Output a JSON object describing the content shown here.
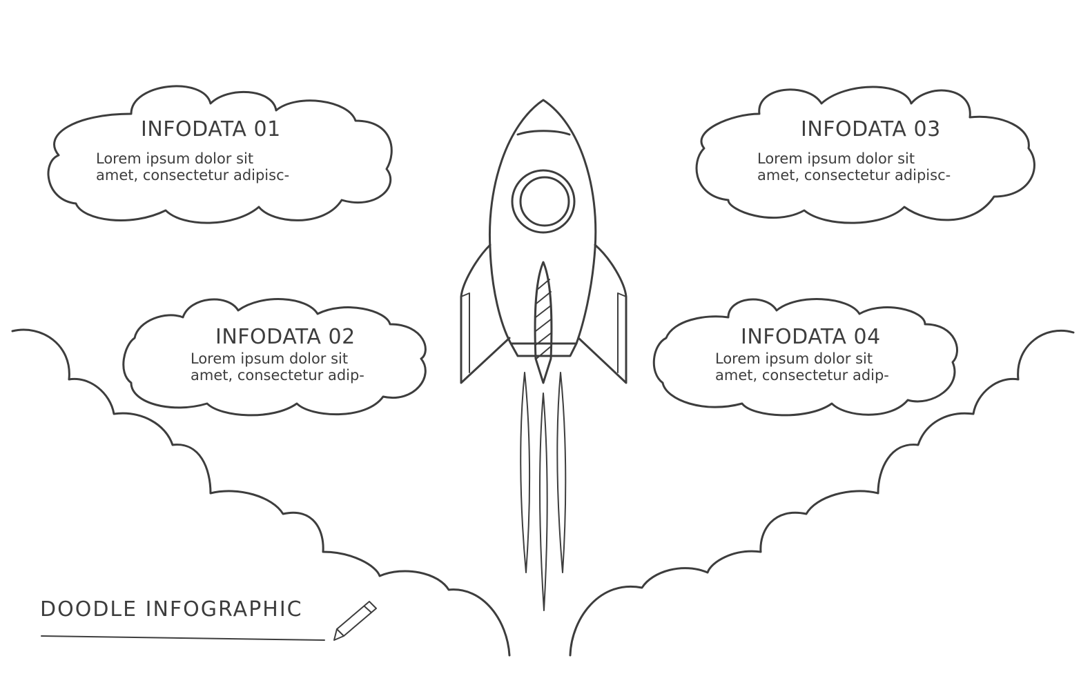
{
  "infographic": {
    "title": "DOODLE INFOGRAPHIC",
    "cards": [
      {
        "title": "INFODATA 01",
        "line1": "Lorem ipsum dolor sit",
        "line2": "amet, consectetur adipisc-"
      },
      {
        "title": "INFODATA 02",
        "line1": "Lorem ipsum dolor sit",
        "line2": "amet, consectetur adip-"
      },
      {
        "title": "INFODATA 03",
        "line1": "Lorem ipsum dolor sit",
        "line2": "amet, consectetur adipisc-"
      },
      {
        "title": "INFODATA 04",
        "line1": "Lorem ipsum dolor sit",
        "line2": "amet, consectetur adip-"
      }
    ]
  },
  "style": {
    "stroke_color": "#3d3d3d",
    "background": "#ffffff"
  },
  "icons": {
    "rocket": "rocket-icon",
    "pencil": "pencil-icon"
  }
}
